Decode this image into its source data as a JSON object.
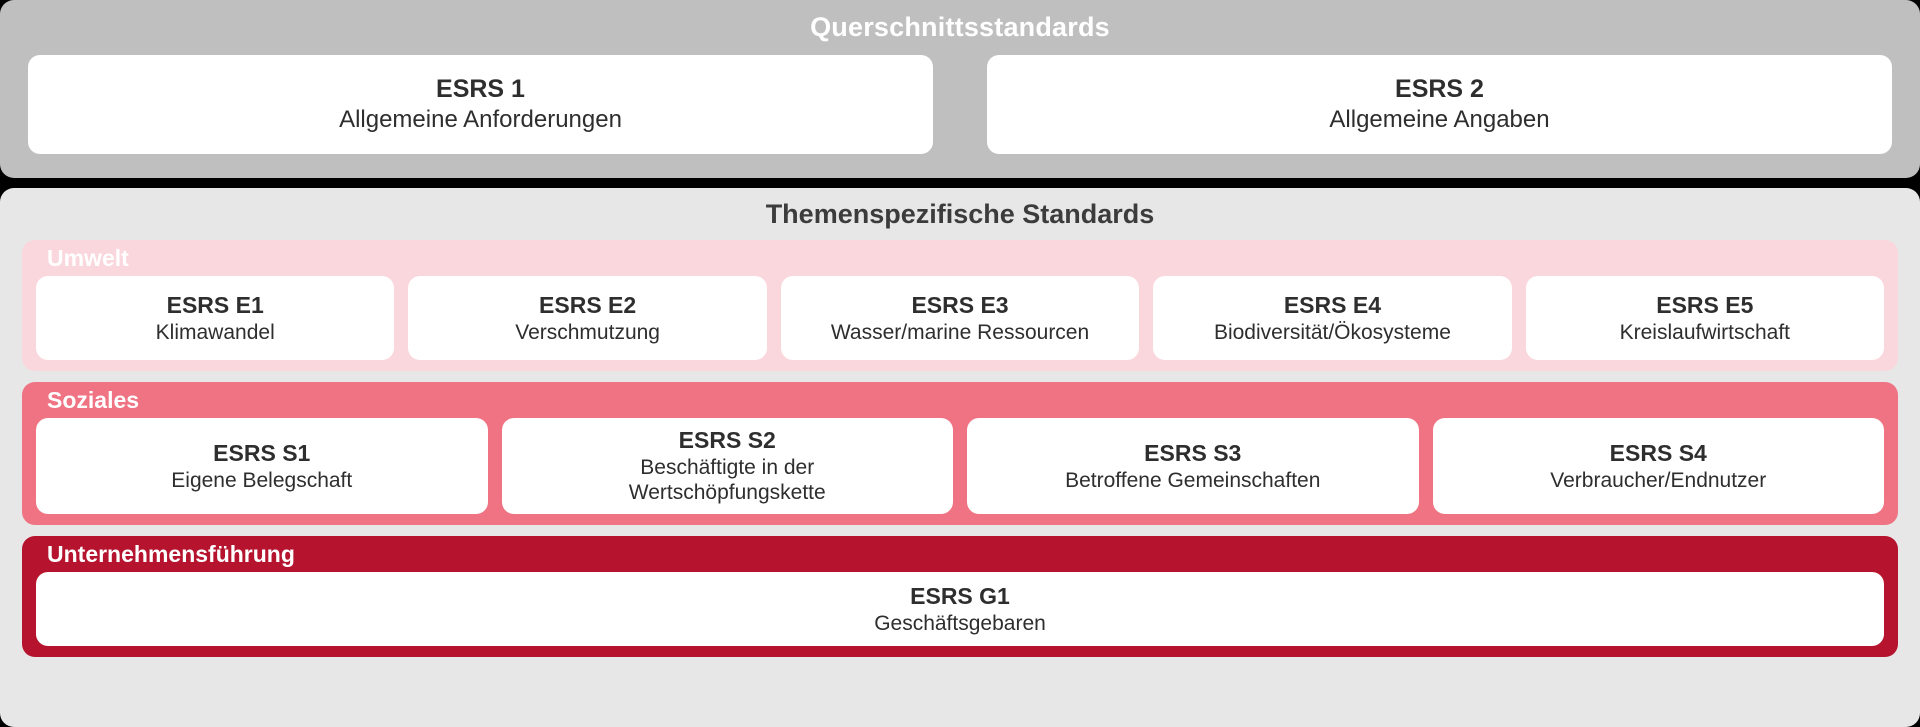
{
  "cross_cutting": {
    "title": "Querschnittsstandards",
    "cards": [
      {
        "code": "ESRS 1",
        "desc": "Allgemeine Anforderungen"
      },
      {
        "code": "ESRS 2",
        "desc": "Allgemeine Angaben"
      }
    ]
  },
  "topic_specific": {
    "title": "Themenspezifische Standards",
    "groups": [
      {
        "label": "Umwelt",
        "color": "#F9D7DC",
        "cards": [
          {
            "code": "ESRS E1",
            "desc": "Klimawandel"
          },
          {
            "code": "ESRS E2",
            "desc": "Verschmutzung"
          },
          {
            "code": "ESRS E3",
            "desc": "Wasser/marine Ressourcen"
          },
          {
            "code": "ESRS E4",
            "desc": "Biodiversität/Ökosysteme"
          },
          {
            "code": "ESRS E5",
            "desc": "Kreislaufwirtschaft"
          }
        ]
      },
      {
        "label": "Soziales",
        "color": "#EF7382",
        "cards": [
          {
            "code": "ESRS S1",
            "desc": "Eigene Belegschaft"
          },
          {
            "code": "ESRS S2",
            "desc_line1": "Beschäftigte in der",
            "desc_line2": "Wertschöpfungskette"
          },
          {
            "code": "ESRS S3",
            "desc": "Betroffene Gemeinschaften"
          },
          {
            "code": "ESRS S4",
            "desc": "Verbraucher/Endnutzer"
          }
        ]
      },
      {
        "label": "Unternehmensführung",
        "color": "#B5132E",
        "cards": [
          {
            "code": "ESRS G1",
            "desc": "Geschäftsgebaren"
          }
        ]
      }
    ]
  },
  "theme": {
    "background": "#000000",
    "cross_panel": "#BFBFBF",
    "topic_panel": "#E7E7E7",
    "card": "#FFFFFF",
    "text_dark": "#2E2E2E",
    "text_light": "#FFFFFF"
  }
}
